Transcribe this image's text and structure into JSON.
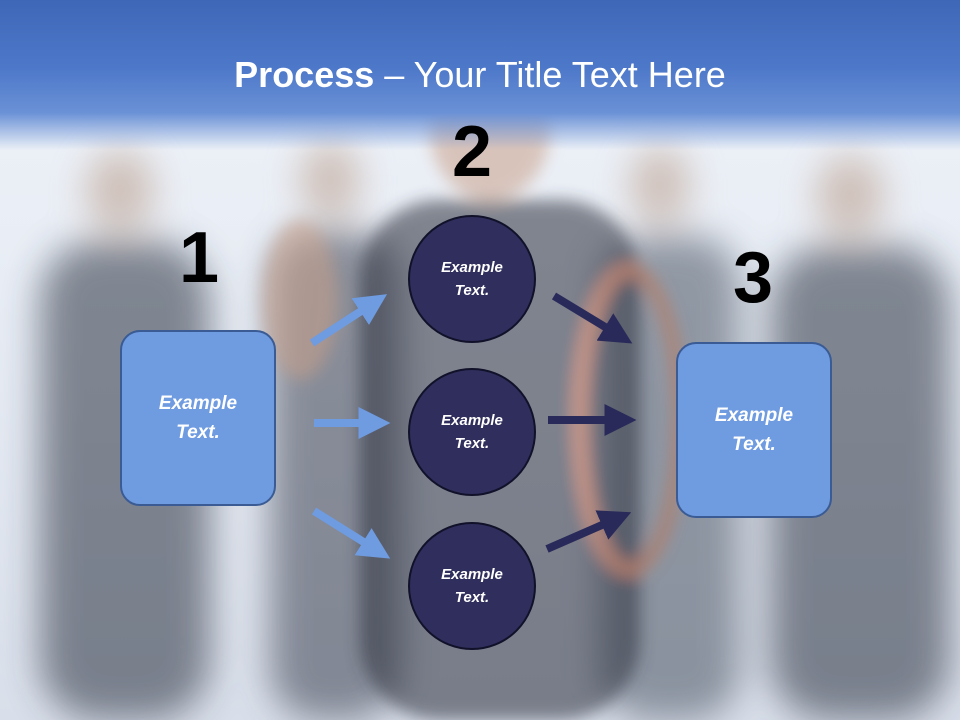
{
  "slide": {
    "title_strong": "Process",
    "title_rest": " – Your Title Text Here"
  },
  "steps": {
    "n1": "1",
    "n2": "2",
    "n3": "3"
  },
  "nodes": {
    "left_box": "Example\nText.",
    "circle_top": "Example\nText.",
    "circle_middle": "Example\nText.",
    "circle_bottom": "Example\nText.",
    "right_box": "Example\nText."
  },
  "colors": {
    "header": "#4d78c9",
    "box_fill": "#6f9be0",
    "circle_fill": "#2f2e5c",
    "arrow_light": "#6f9be0",
    "arrow_dark": "#2a2a5a"
  }
}
